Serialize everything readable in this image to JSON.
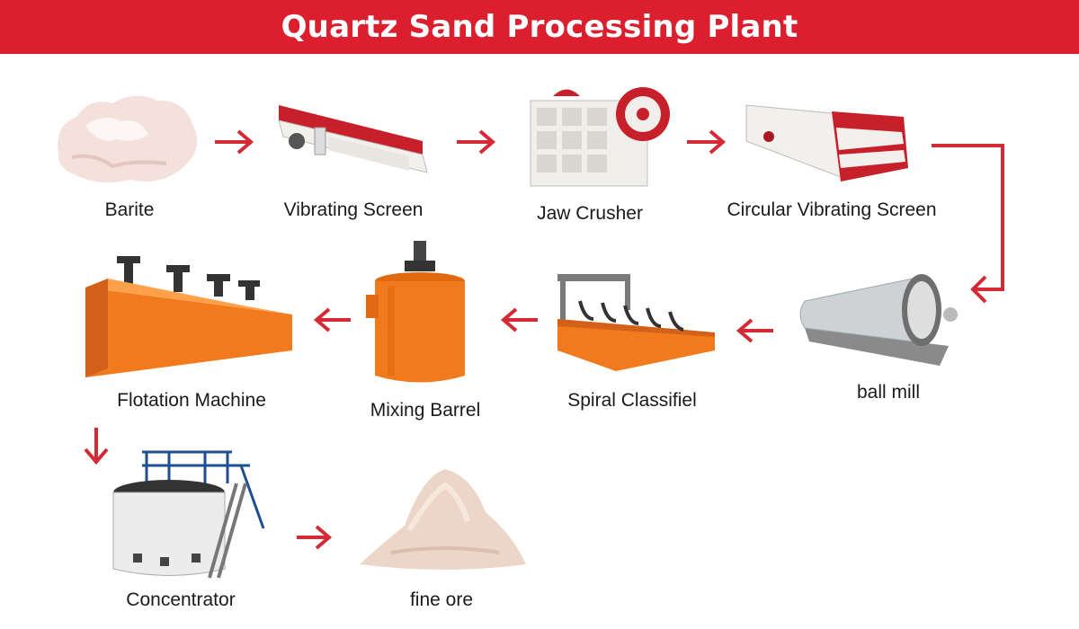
{
  "title": "Quartz Sand Processing Plant",
  "steps": [
    {
      "label": "Barite",
      "icon": "barite-rock-icon"
    },
    {
      "label": "Vibrating Screen",
      "icon": "vibrating-screen-icon"
    },
    {
      "label": "Jaw Crusher",
      "icon": "jaw-crusher-icon"
    },
    {
      "label": "Circular Vibrating Screen",
      "icon": "circular-vibrating-screen-icon"
    },
    {
      "label": "ball mill",
      "icon": "ball-mill-icon"
    },
    {
      "label": "Spiral Classifiel",
      "icon": "spiral-classifier-icon"
    },
    {
      "label": "Mixing Barrel",
      "icon": "mixing-barrel-icon"
    },
    {
      "label": "Flotation Machine",
      "icon": "flotation-machine-icon"
    },
    {
      "label": "Concentrator",
      "icon": "concentrator-icon"
    },
    {
      "label": "fine ore",
      "icon": "fine-ore-pile-icon"
    }
  ],
  "colors": {
    "banner": "#dc1f2f",
    "arrow": "#d42a35",
    "machine_red": "#c8202a",
    "machine_orange": "#f07a1c"
  }
}
